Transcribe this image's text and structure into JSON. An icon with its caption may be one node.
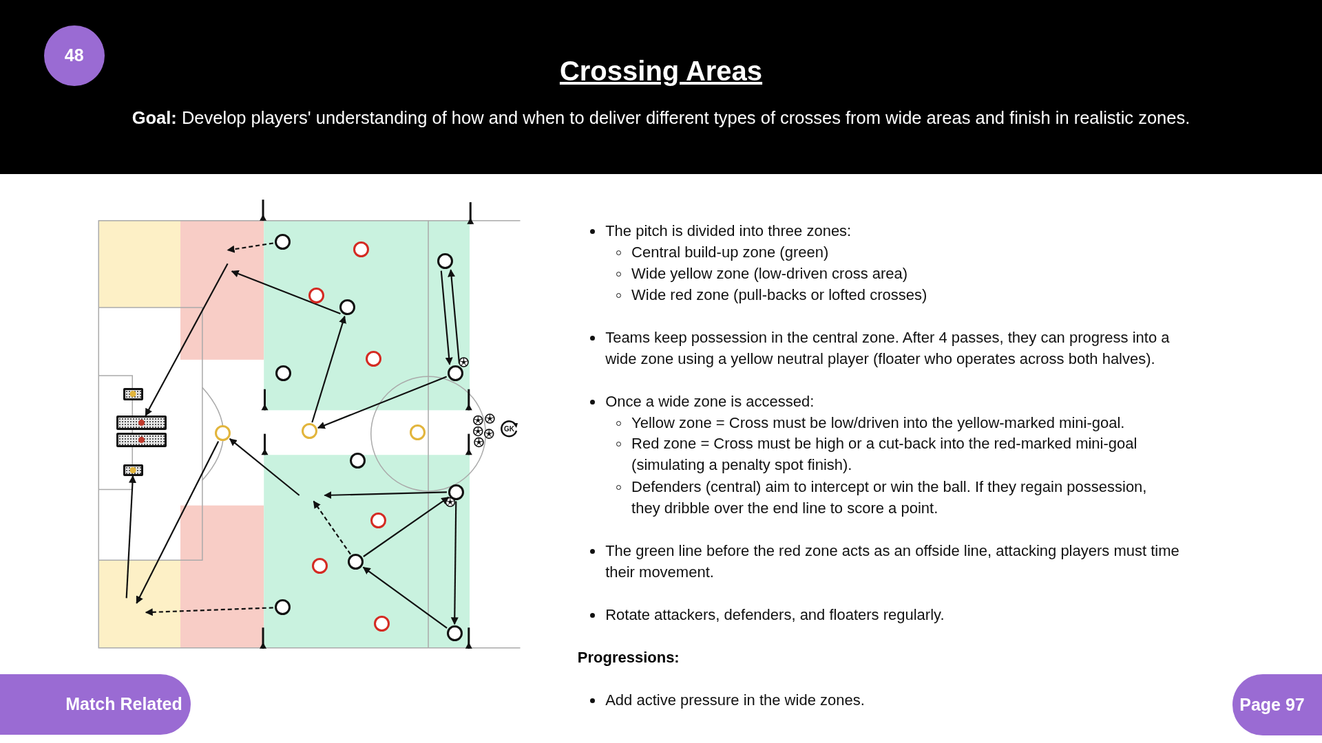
{
  "diagram": {
    "title": "Crossing Areas",
    "nodes": [
      {
        "text": [],
        "shape": "circle"
      },
      {
        "text": [],
        "shape": "circle"
      },
      {
        "text": [],
        "shape": "circle"
      },
      {
        "text": [],
        "shape": "circle"
      },
      {
        "text": [],
        "shape": "circle"
      },
      {
        "text": [],
        "shape": "circle"
      },
      {
        "text": [],
        "shape": "circle"
      },
      {
        "text": [],
        "shape": "circle"
      },
      {
        "text": [],
        "shape": "box"
      },
      {
        "text": [],
        "shape": "box"
      },
      {
        "text": [],
        "shape": "circle"
      },
      {
        "text": [],
        "shape": "circle"
      },
      {
        "text": [],
        "shape": "circle"
      },
      {
        "text": [
          "GK"
        ]
      },
      {
        "text": [],
        "shape": "box"
      },
      {
        "text": [],
        "shape": "circle"
      },
      {
        "text": [],
        "shape": "box"
      },
      {
        "text": [],
        "shape": "circle"
      },
      {
        "text": [],
        "shape": "circle"
      },
      {
        "text": [],
        "shape": "circle"
      },
      {
        "text": [],
        "shape": "circle"
      },
      {
        "text": [],
        "shape": "circle"
      },
      {
        "text": [],
        "shape": "circle"
      },
      {
        "text": [],
        "shape": "circle"
      }
    ],
    "edges": [
      {
        "from": 0,
        "to": null,
        "arrow": "to",
        "style": "dashed"
      },
      {
        "from": 4,
        "to": null,
        "arrow": "to"
      },
      {
        "from": null,
        "to": 9,
        "arrow": "to"
      },
      {
        "from": 10,
        "to": 4,
        "arrow": "to"
      },
      {
        "from": 7,
        "to": 10,
        "arrow": "to"
      },
      {
        "from": 2,
        "to": 7,
        "arrow": "to"
      },
      {
        "from": 7,
        "to": 2,
        "arrow": "to"
      },
      {
        "from": 17,
        "to": null,
        "arrow": "to"
      },
      {
        "from": null,
        "to": 11,
        "arrow": "to"
      },
      {
        "from": 11,
        "to": null,
        "arrow": "to"
      },
      {
        "from": 19,
        "to": null,
        "arrow": "to",
        "style": "dashed"
      },
      {
        "from": 19,
        "to": 17,
        "arrow": "to"
      },
      {
        "from": 23,
        "to": 19,
        "arrow": "to"
      },
      {
        "from": 17,
        "to": 23,
        "arrow": "to"
      },
      {
        "from": 21,
        "to": null,
        "arrow": "to",
        "style": "dashed"
      },
      {
        "from": null,
        "to": 16,
        "arrow": "to"
      }
    ],
    "labels": [
      "48",
      "**Goal:** Develop players' understanding of how and when to deliver different types of crosses from wide areas and finish in realistic zones.",
      "The pitch is divided into three zones:",
      "Central build-up zone (green)",
      "Wide yellow zone (low-driven cross area)",
      "Wide red zone (pull-backs or lofted crosses)",
      "Teams keep possession in the central zone. After 4 passes, they can progress into a wide zone using a yellow neutral player (floater who operates across both halves).",
      "Once a wide zone is accessed:",
      "Yellow zone = Cross must be low/driven into the yellow-marked mini-goal.",
      "Red zone = Cross must be high or a cut-back into the red-marked mini-goal (simulating a penalty spot finish).",
      "Defenders (central) aim to intercept or win the ball. If they regain possession, they dribble over the end line to score a point.",
      "The green line before the red zone acts as an offside line, attacking players must time their movement.",
      "Rotate attackers, defenders, and floaters regularly.",
      "Progressions:",
      "Add active pressure in the wide zones.",
      "Match Related",
      "Page 97"
    ]
  }
}
